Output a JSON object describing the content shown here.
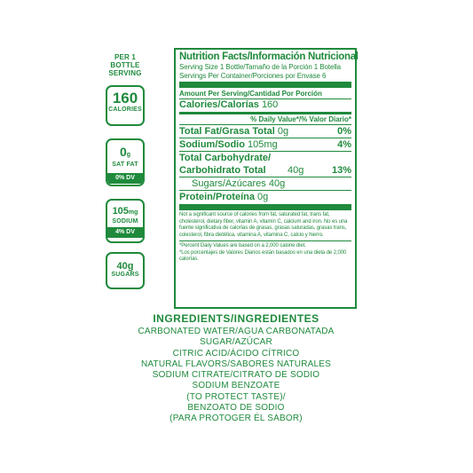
{
  "front": {
    "header": [
      "PER 1",
      "BOTTLE",
      "SERVING"
    ],
    "calories": {
      "value": "160",
      "label": "CALORIES"
    },
    "sat_fat": {
      "value": "0",
      "unit": "g",
      "label": "SAT FAT",
      "dv": "0% DV"
    },
    "sodium": {
      "value": "105",
      "unit": "mg",
      "label": "SODIUM",
      "dv": "4% DV"
    },
    "sugars": {
      "value": "40",
      "unit": "g",
      "label": "SUGARS"
    }
  },
  "facts": {
    "title": "Nutrition Facts/Información Nutricional",
    "serving_size": "Serving Size 1 Bottle/Tamaño de la Porción 1 Botella",
    "servings_per": "Servings Per Container/Porciones por Envase 6",
    "amount_per": "Amount Per Serving/Cantidad Por Porción",
    "calories_label": "Calories/Calorías",
    "calories_value": "160",
    "dv_header": "% Daily Value*/% Valor Diario*",
    "total_fat": {
      "label": "Total Fat/Grasa Total",
      "amount": "0g",
      "dv": "0%"
    },
    "sodium": {
      "label": "Sodium/Sodio",
      "amount": "105mg",
      "dv": "4%"
    },
    "carb": {
      "label1": "Total Carbohydrate/",
      "label2": "Carbohidrato Total",
      "amount": "40g",
      "dv": "13%"
    },
    "sugars": {
      "label": "Sugars/Azúcares",
      "amount": "40g"
    },
    "protein": {
      "label": "Protein/Proteína",
      "amount": "0g"
    },
    "footnote1": "Not a significant source of calories from fat, saturated fat, trans fat, cholesterol, dietary fiber, vitamin A, vitamin C, calcium and iron. No es una fuente significativa de calorías de grasas, grasas saturadas, grasas trans, colesterol, fibra dietética, vitamina A, vitamina C, calcio y hierro.",
    "footnote2": "*Percent Daily Values are based on a 2,000 calorie diet.",
    "footnote3": "*Los porcentajes de Valores Diarios están basados en una dieta de 2,000 calorías."
  },
  "ingredients": {
    "title": "INGREDIENTS/INGREDIENTES",
    "lines": [
      "CARBONATED WATER/AGUA CARBONATADA",
      "SUGAR/AZÚCAR",
      "CITRIC ACID/ÁCIDO CÍTRICO",
      "NATURAL FLAVORS/SABORES NATURALES",
      "SODIUM CITRATE/CITRATO DE SODIO",
      "SODIUM BENZOATE",
      "(TO PROTECT TASTE)/",
      "BENZOATO DE SODIO",
      "(PARA PROTOGER ÉL SABOR)"
    ]
  },
  "colors": {
    "ink": "#1f8a3c",
    "background": "#ffffff"
  }
}
